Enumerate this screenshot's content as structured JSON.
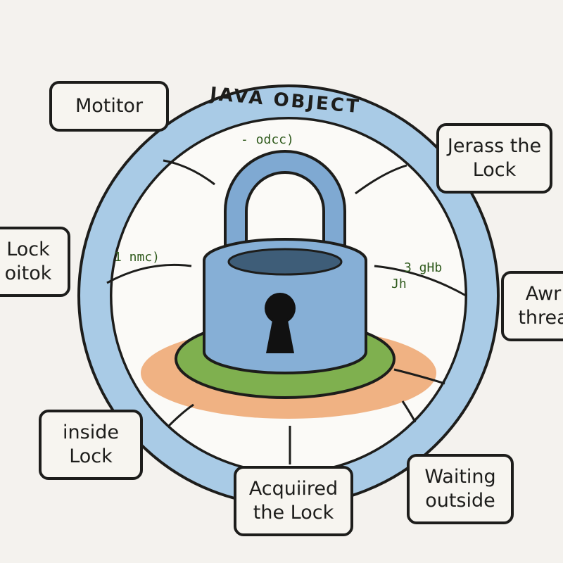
{
  "title": "JAVA OBJECT",
  "ring_note": "- odcc)",
  "labels": {
    "monitor": "Motitor",
    "release": "Jerass the Lock",
    "lock_left": "Lock oitok",
    "await_right": "Awr threa",
    "inside": "inside Lock",
    "acquired": "Acquiired the Lock",
    "waiting": "Waiting outside"
  },
  "notes": {
    "left": "1 nmc)",
    "right_top": "3 gHb",
    "right_bottom": "Jh"
  },
  "colors": {
    "ring": "#a9cbe6",
    "lock": "#7fa9d2",
    "coil": "#7fb04f",
    "ground": "#ec9a5c",
    "text": "#1d1d1b",
    "note": "#2f5a1c"
  }
}
